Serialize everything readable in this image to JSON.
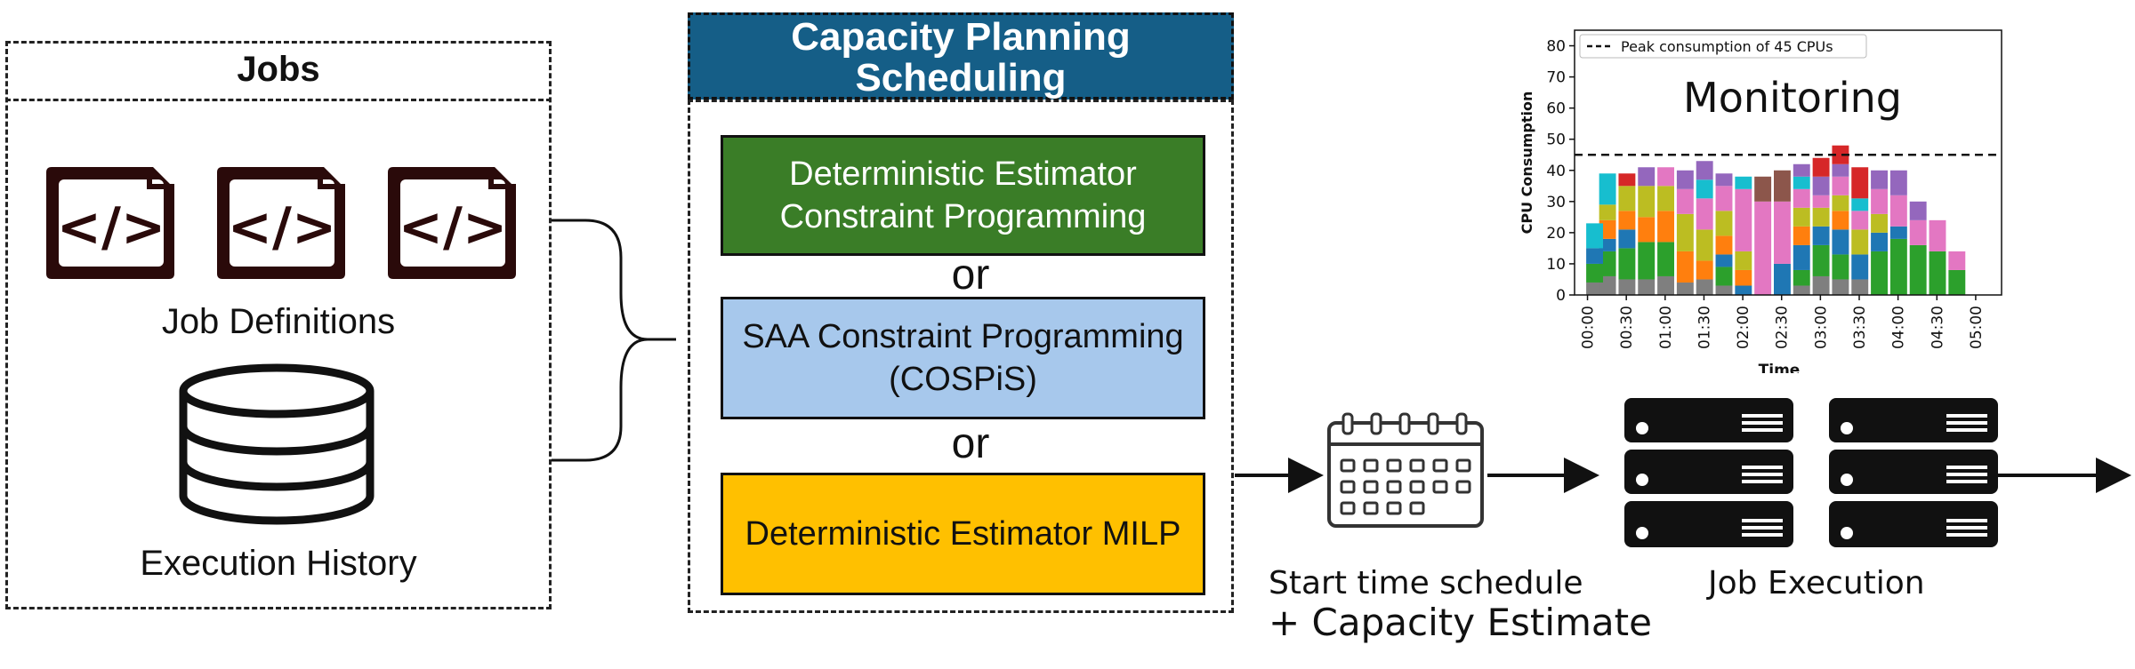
{
  "jobs": {
    "title": "Jobs",
    "definitions_label": "Job Definitions",
    "history_label": "Execution History",
    "code_icon_text": "</>"
  },
  "capacity": {
    "title_line1": "Capacity Planning",
    "title_line2": "Scheduling",
    "method1_line1": "Deterministic Estimator",
    "method1_line2": "Constraint Programming",
    "method2_line1": "SAA Constraint Programming",
    "method2_line2": "(COSPiS)",
    "method3": "Deterministic Estimator MILP",
    "or": "or",
    "colors": {
      "header": "#155e87",
      "method1": "#3a7d27",
      "method2": "#a7c8ec",
      "method3": "#ffc000"
    }
  },
  "outputs": {
    "schedule_line1": "Start time schedule",
    "schedule_line2": "+ Capacity Estimate",
    "execution_label": "Job Execution",
    "icons": [
      "calendar-icon",
      "server-rack-icon",
      "server-rack-icon"
    ]
  },
  "monitoring": {
    "label": "Monitoring",
    "chart_data": {
      "type": "area",
      "stacked": true,
      "ylabel": "CPU Consumption",
      "xlabel": "Time",
      "ylim": [
        0,
        85
      ],
      "yticks": [
        0,
        10,
        20,
        30,
        40,
        50,
        60,
        70,
        80
      ],
      "xticks": [
        "00:00",
        "00:30",
        "01:00",
        "01:30",
        "02:00",
        "02:30",
        "03:00",
        "03:30",
        "04:00",
        "04:30",
        "05:00"
      ],
      "legend": "Peak consumption of 45 CPUs",
      "legend_position": "top-left",
      "peak_line": 45,
      "series": [
        {
          "color": "#7f7f7f",
          "x": [
            "00:05",
            "00:15",
            "00:30",
            "00:45",
            "01:00",
            "01:15",
            "01:30",
            "01:45",
            "02:00",
            "02:15",
            "02:30",
            "02:45",
            "03:00",
            "03:15",
            "03:30",
            "03:45",
            "04:00",
            "04:15",
            "04:30",
            "04:45"
          ],
          "values": [
            4,
            6,
            5,
            5,
            6,
            4,
            5,
            3,
            0,
            0,
            0,
            3,
            6,
            5,
            5,
            0,
            0,
            0,
            0,
            0
          ]
        },
        {
          "color": "#2ca02c",
          "x": [
            "00:05",
            "00:15",
            "00:30",
            "00:45",
            "01:00",
            "01:15",
            "01:30",
            "01:45",
            "02:00",
            "02:15",
            "02:30",
            "02:45",
            "03:00",
            "03:15",
            "03:30",
            "03:45",
            "04:00",
            "04:15",
            "04:30",
            "04:45"
          ],
          "values": [
            6,
            8,
            10,
            12,
            11,
            0,
            0,
            6,
            0,
            0,
            0,
            5,
            10,
            8,
            0,
            14,
            18,
            16,
            14,
            8
          ]
        },
        {
          "color": "#1f77b4",
          "x": [
            "00:05",
            "00:15",
            "00:30",
            "00:45",
            "01:00",
            "01:15",
            "01:30",
            "01:45",
            "02:00",
            "02:15",
            "02:30",
            "02:45",
            "03:00",
            "03:15",
            "03:30",
            "03:45",
            "04:00",
            "04:15",
            "04:30",
            "04:45"
          ],
          "values": [
            5,
            4,
            6,
            0,
            0,
            0,
            0,
            4,
            3,
            0,
            10,
            8,
            6,
            8,
            8,
            6,
            4,
            0,
            0,
            0
          ]
        },
        {
          "color": "#ff7f0e",
          "x": [
            "00:05",
            "00:15",
            "00:30",
            "00:45",
            "01:00",
            "01:15",
            "01:30",
            "01:45",
            "02:00",
            "02:15",
            "02:30",
            "02:45",
            "03:00",
            "03:15",
            "03:30",
            "03:45",
            "04:00",
            "04:15",
            "04:30",
            "04:45"
          ],
          "values": [
            0,
            6,
            6,
            8,
            10,
            10,
            6,
            6,
            5,
            0,
            0,
            6,
            0,
            6,
            0,
            0,
            0,
            0,
            0,
            0
          ]
        },
        {
          "color": "#bcbd22",
          "x": [
            "00:05",
            "00:15",
            "00:30",
            "00:45",
            "01:00",
            "01:15",
            "01:30",
            "01:45",
            "02:00",
            "02:15",
            "02:30",
            "02:45",
            "03:00",
            "03:15",
            "03:30",
            "03:45",
            "04:00",
            "04:15",
            "04:30",
            "04:45"
          ],
          "values": [
            0,
            5,
            8,
            10,
            8,
            12,
            10,
            8,
            6,
            0,
            0,
            6,
            6,
            5,
            8,
            6,
            0,
            0,
            0,
            0
          ]
        },
        {
          "color": "#e377c2",
          "x": [
            "00:05",
            "00:15",
            "00:30",
            "00:45",
            "01:00",
            "01:15",
            "01:30",
            "01:45",
            "02:00",
            "02:15",
            "02:30",
            "02:45",
            "03:00",
            "03:15",
            "03:30",
            "03:45",
            "04:00",
            "04:15",
            "04:30",
            "04:45"
          ],
          "values": [
            0,
            0,
            0,
            0,
            6,
            8,
            10,
            8,
            20,
            30,
            20,
            6,
            4,
            6,
            6,
            8,
            10,
            8,
            10,
            6
          ]
        },
        {
          "color": "#17becf",
          "x": [
            "00:05",
            "00:15",
            "00:30",
            "00:45",
            "01:00",
            "01:15",
            "01:30",
            "01:45",
            "02:00",
            "02:15",
            "02:30",
            "02:45",
            "03:00",
            "03:15",
            "03:30",
            "03:45",
            "04:00",
            "04:15",
            "04:30",
            "04:45"
          ],
          "values": [
            8,
            10,
            0,
            0,
            0,
            0,
            6,
            0,
            4,
            0,
            0,
            4,
            0,
            0,
            4,
            0,
            0,
            0,
            0,
            0
          ]
        },
        {
          "color": "#9467bd",
          "x": [
            "00:05",
            "00:15",
            "00:30",
            "00:45",
            "01:00",
            "01:15",
            "01:30",
            "01:45",
            "02:00",
            "02:15",
            "02:30",
            "02:45",
            "03:00",
            "03:15",
            "03:30",
            "03:45",
            "04:00",
            "04:15",
            "04:30",
            "04:45"
          ],
          "values": [
            0,
            0,
            0,
            6,
            0,
            6,
            6,
            4,
            0,
            0,
            0,
            4,
            6,
            4,
            0,
            6,
            8,
            6,
            0,
            0
          ]
        },
        {
          "color": "#d62728",
          "x": [
            "00:05",
            "00:15",
            "00:30",
            "00:45",
            "01:00",
            "01:15",
            "01:30",
            "01:45",
            "02:00",
            "02:15",
            "02:30",
            "02:45",
            "03:00",
            "03:15",
            "03:30",
            "03:45",
            "04:00",
            "04:15",
            "04:30",
            "04:45"
          ],
          "values": [
            0,
            0,
            4,
            0,
            0,
            0,
            0,
            0,
            0,
            0,
            0,
            0,
            6,
            6,
            10,
            0,
            0,
            0,
            0,
            0
          ]
        },
        {
          "color": "#8c564b",
          "x": [
            "00:05",
            "00:15",
            "00:30",
            "00:45",
            "01:00",
            "01:15",
            "01:30",
            "01:45",
            "02:00",
            "02:15",
            "02:30",
            "02:45",
            "03:00",
            "03:15",
            "03:30",
            "03:45",
            "04:00",
            "04:15",
            "04:30",
            "04:45"
          ],
          "values": [
            0,
            0,
            0,
            0,
            0,
            0,
            0,
            0,
            0,
            8,
            10,
            0,
            0,
            0,
            0,
            0,
            0,
            0,
            0,
            0
          ]
        }
      ]
    }
  }
}
